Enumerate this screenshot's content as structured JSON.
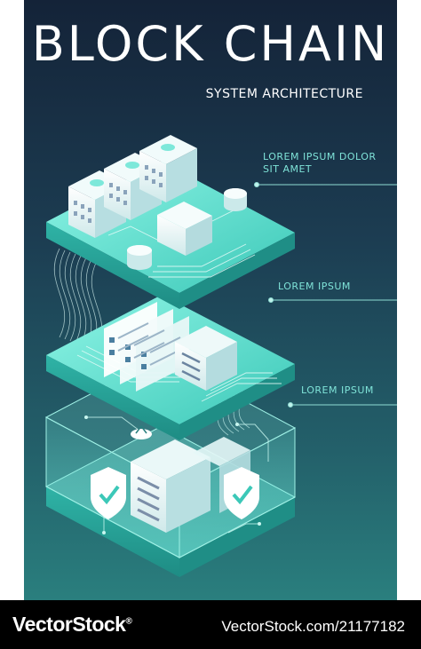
{
  "poster": {
    "title": "BLOCK CHAIN",
    "subtitle": "SYSTEM ARCHITECTURE",
    "callouts": [
      {
        "line1": "LOREM IPSUM DOLOR",
        "line2": "SIT AMET"
      },
      {
        "line1": "LOREM IPSUM"
      },
      {
        "line1": "LOREM IPSUM"
      }
    ],
    "colors": {
      "background_top": "#142338",
      "background_bottom": "#2a7f7e",
      "accent": "#5fe0cf",
      "label": "#7fe3d8"
    },
    "icons": [
      "server-icon",
      "database-icon",
      "document-icon",
      "shield-check-icon",
      "lock-icon"
    ]
  },
  "footer": {
    "brand": "VectorStock",
    "registered": "®",
    "stock_id": "VectorStock.com/21177182"
  }
}
